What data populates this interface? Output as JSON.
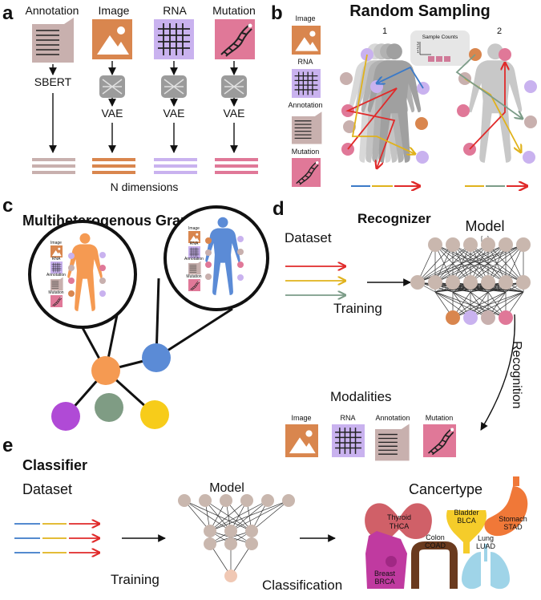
{
  "panels": {
    "a": {
      "letter": "a",
      "modalities": [
        "Annotation",
        "Image",
        "RNA",
        "Mutation"
      ],
      "encoders": [
        "SBERT",
        "VAE",
        "VAE",
        "VAE"
      ],
      "footer": "N dimensions"
    },
    "b": {
      "letter": "b",
      "title": "Random Sampling",
      "legend": [
        "Image",
        "RNA",
        "Annotation",
        "Mutation"
      ],
      "figure_numbers": [
        "1",
        "2"
      ],
      "inset_title": "Sample Counts",
      "inset_ticks": [
        "3",
        "2",
        "1"
      ]
    },
    "c": {
      "letter": "c",
      "title": "Multiheterogenous Graph",
      "mini_labels": [
        "Image",
        "RNA",
        "Annotation",
        "Mutation"
      ]
    },
    "d": {
      "letter": "d",
      "title": "Recognizer",
      "dataset": "Dataset",
      "model": "Model",
      "ellipsis": "[...]",
      "training": "Training",
      "recognition": "Recognition",
      "modalities_title": "Modalities",
      "modalities": [
        "Image",
        "RNA",
        "Annotation",
        "Mutation"
      ]
    },
    "e": {
      "letter": "e",
      "title": "Classifier",
      "dataset": "Dataset",
      "model": "Model",
      "training": "Training",
      "classification": "Classification",
      "cancertype": "Cancertype",
      "cancers": [
        {
          "name": "Thyroid",
          "code": "THCA"
        },
        {
          "name": "Bladder",
          "code": "BLCA"
        },
        {
          "name": "Stomach",
          "code": "STAD"
        },
        {
          "name": "Colon",
          "code": "COAD"
        },
        {
          "name": "Lung",
          "code": "LUAD"
        },
        {
          "name": "Breast",
          "code": "BRCA"
        }
      ]
    }
  },
  "colors": {
    "annotation": "#c8b0ae",
    "image": "#d9864e",
    "rna": "#c9b2ef",
    "mutation": "#e07898",
    "red": "#e02a2a",
    "yellow": "#e0b21c",
    "green": "#7c9c88",
    "blue": "#3b7ac8",
    "node": "#c9b7ae",
    "orange_node": "#f59a52",
    "blue_node": "#5b8bd6",
    "purple_node": "#b04ad6",
    "green_node": "#7f9c84",
    "yellow_node": "#f7cc1a"
  }
}
